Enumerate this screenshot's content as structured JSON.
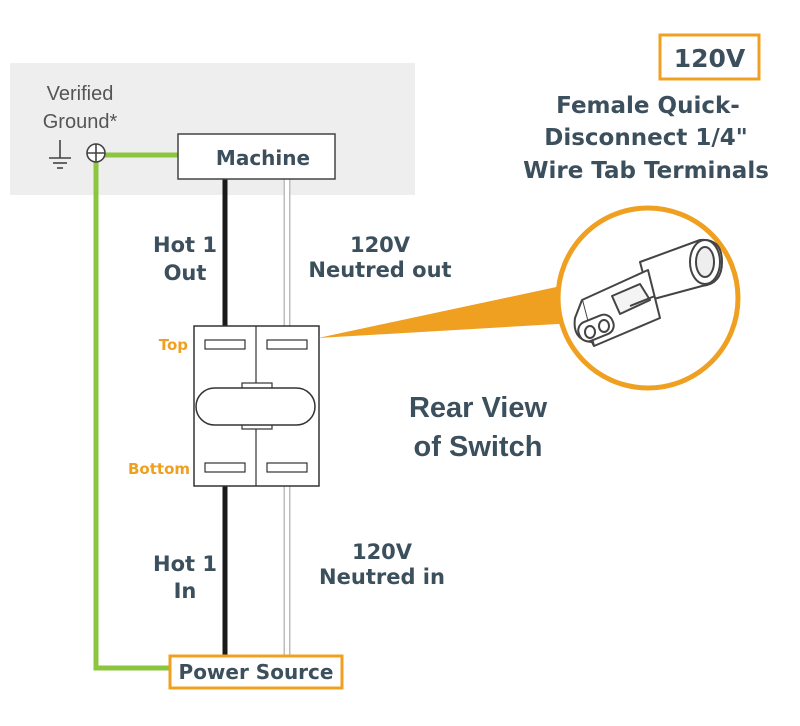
{
  "voltage_badge": "120V",
  "ground": {
    "line1": "Verified",
    "line2": "Ground*"
  },
  "machine_label": "Machine",
  "power_source_label": "Power Source",
  "hot_out": {
    "line1": "Hot 1",
    "line2": "Out"
  },
  "neutral_out": {
    "line1": "120V",
    "line2": "Neutred out"
  },
  "hot_in": {
    "line1": "Hot 1",
    "line2": "In"
  },
  "neutral_in": {
    "line1": "120V",
    "line2": "Neutred in"
  },
  "switch": {
    "top_label": "Top",
    "bottom_label": "Bottom"
  },
  "rear_view": {
    "line1": "Rear View",
    "line2": "of Switch"
  },
  "terminal_title": {
    "line1": "Female Quick-",
    "line2": "Disconnect 1/4\"",
    "line3": "Wire Tab Terminals"
  },
  "colors": {
    "ground_wire": "#8cc63f",
    "hot_wire": "#1a1a1a",
    "accent": "#f0a020",
    "label_text": "#3c4f5c"
  }
}
